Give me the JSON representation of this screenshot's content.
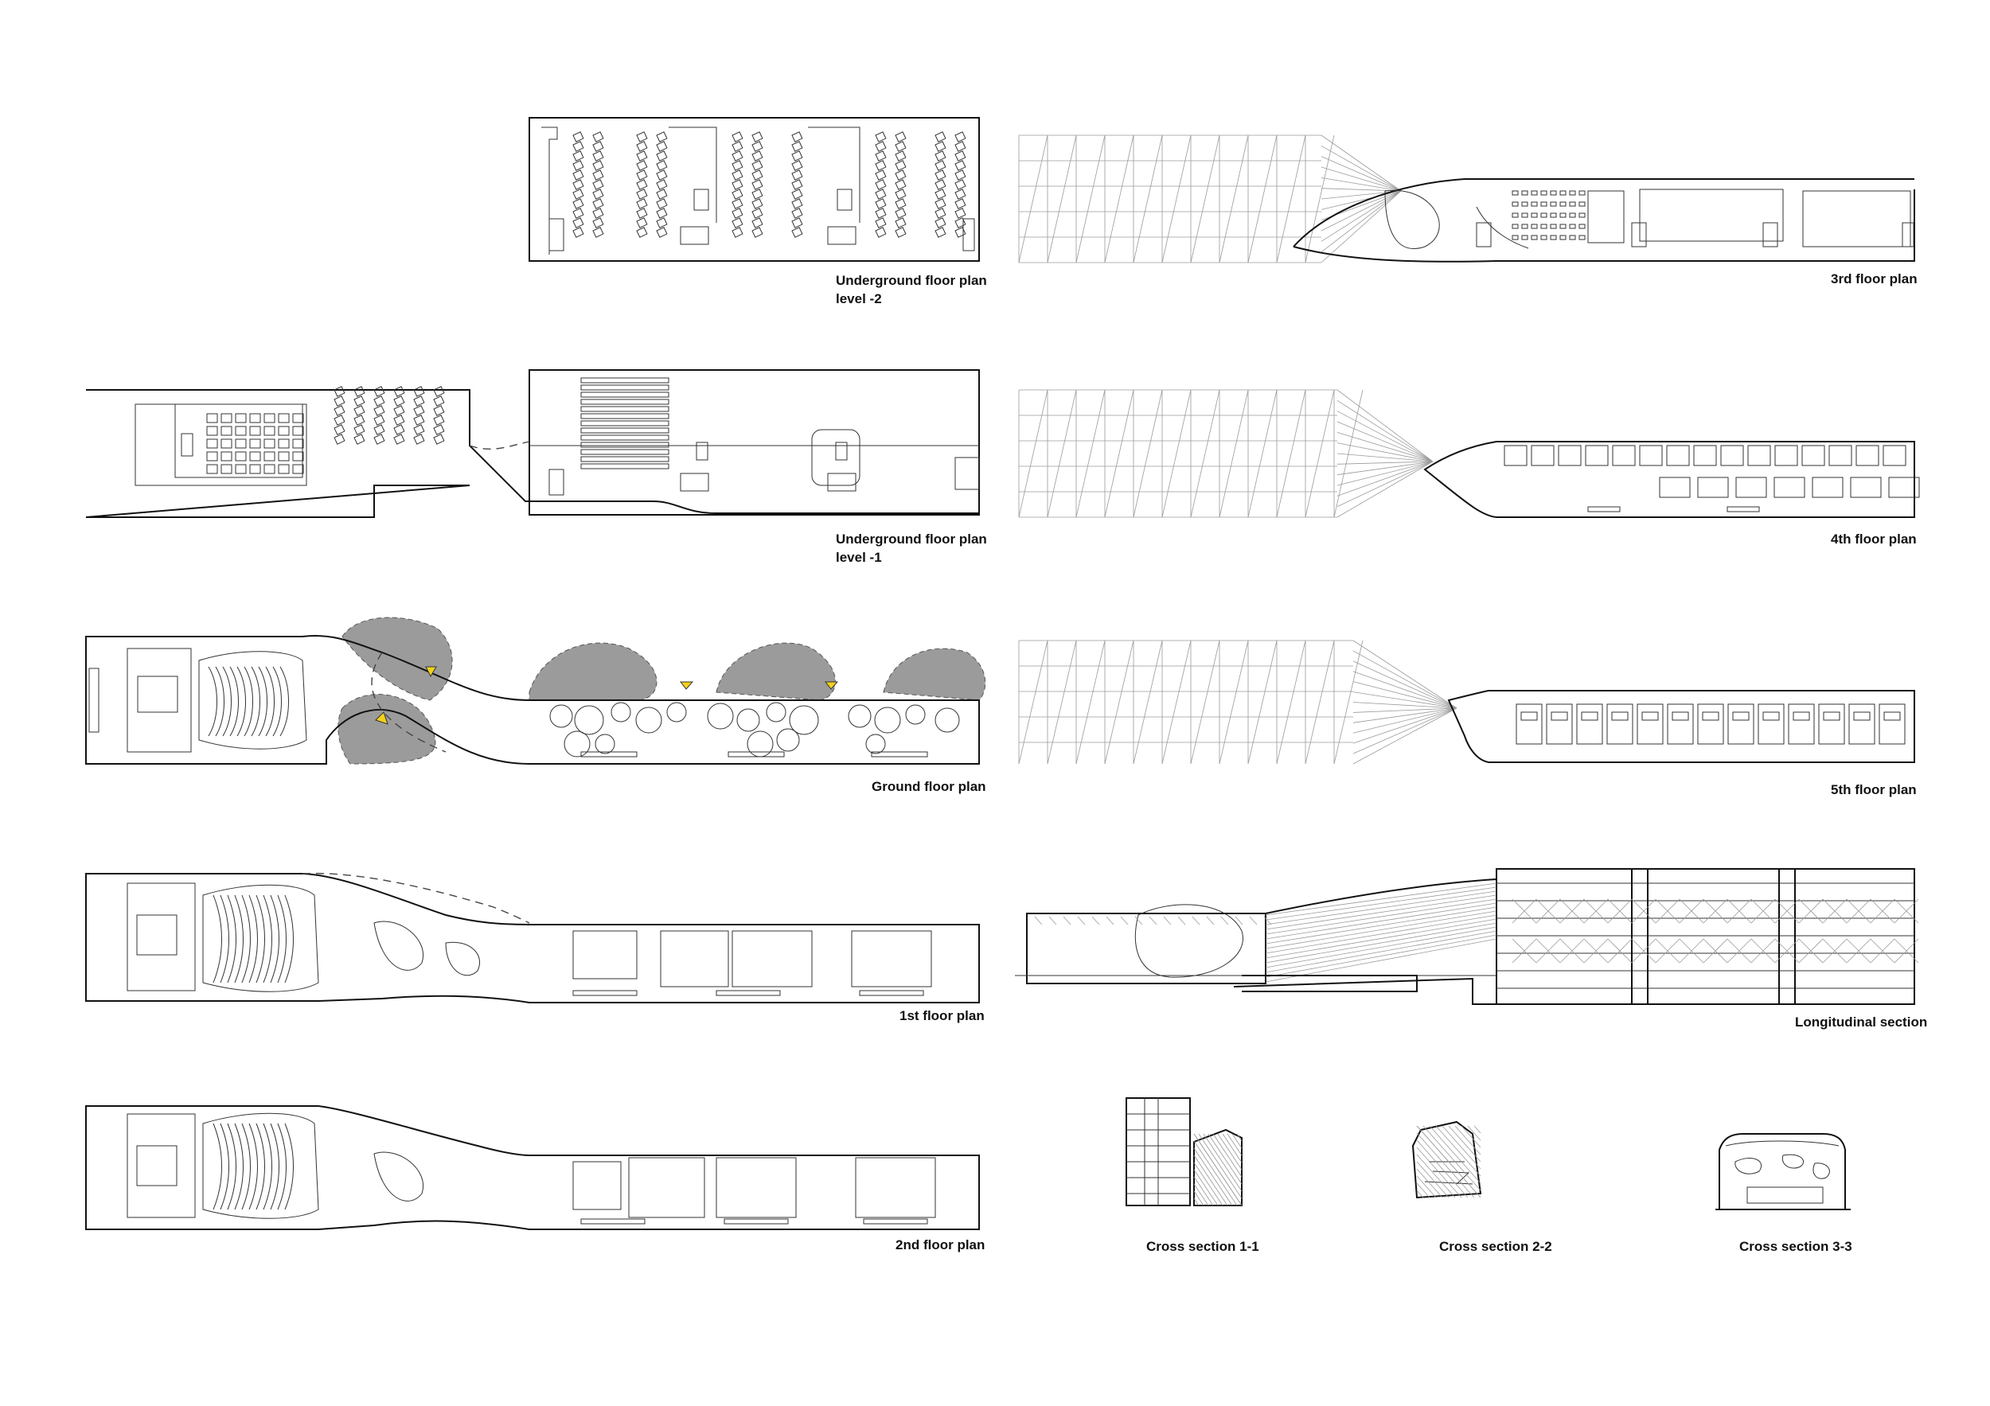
{
  "sheet": {
    "drawings": [
      {
        "id": "ug2",
        "label_lines": [
          "Underground floor plan",
          "level -2"
        ]
      },
      {
        "id": "f3",
        "label_lines": [
          "3rd floor plan"
        ]
      },
      {
        "id": "ug1",
        "label_lines": [
          "Underground floor plan",
          "level -1"
        ]
      },
      {
        "id": "f4",
        "label_lines": [
          "4th floor plan"
        ]
      },
      {
        "id": "f0",
        "label_lines": [
          "Ground floor plan"
        ]
      },
      {
        "id": "f5",
        "label_lines": [
          "5th floor plan"
        ]
      },
      {
        "id": "f1",
        "label_lines": [
          "1st floor plan"
        ]
      },
      {
        "id": "lsec",
        "label_lines": [
          "Longitudinal section"
        ]
      },
      {
        "id": "f2",
        "label_lines": [
          "2nd floor plan"
        ]
      },
      {
        "id": "cs11",
        "label_lines": [
          "Cross section 1-1"
        ]
      },
      {
        "id": "cs22",
        "label_lines": [
          "Cross section 2-2"
        ]
      },
      {
        "id": "cs33",
        "label_lines": [
          "Cross section 3-3"
        ]
      }
    ]
  },
  "colors": {
    "line": "#111111",
    "thin": "#9a9a9a",
    "landscape": "#9b9b9b",
    "marker": "#f2d21b",
    "background": "#ffffff"
  }
}
